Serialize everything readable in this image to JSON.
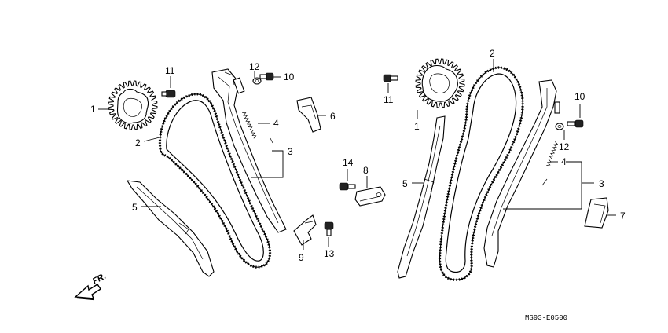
{
  "callouts": {
    "l1": "1",
    "l2": "2",
    "l3": "3",
    "l4": "4",
    "l5": "5",
    "l6": "6",
    "l10": "10",
    "l11": "11",
    "l12": "12",
    "c8": "8",
    "c9": "9",
    "c13": "13",
    "c14": "14",
    "r1": "1",
    "r2": "2",
    "r3": "3",
    "r4": "4",
    "r5": "5",
    "r7": "7",
    "r10": "10",
    "r11": "11",
    "r12": "12"
  },
  "direction_label": "FR.",
  "diagram_code": "MS93-E0500"
}
